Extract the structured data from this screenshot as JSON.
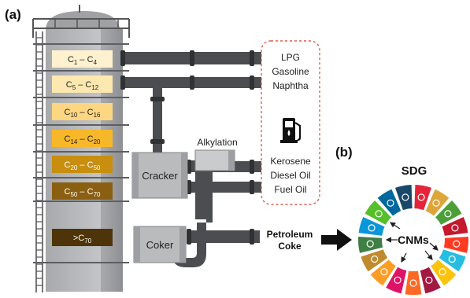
{
  "panel_a": {
    "label": "(a)",
    "fractions": [
      {
        "base": "C",
        "sub1": "1",
        "sep": " – C",
        "sub2": "4",
        "color": "#fdf1cf"
      },
      {
        "base": "C",
        "sub1": "5",
        "sep": " – C",
        "sub2": "12",
        "color": "#fde8b0"
      },
      {
        "base": "C",
        "sub1": "10",
        "sep": " – C",
        "sub2": "16",
        "color": "#fcd680"
      },
      {
        "base": "C",
        "sub1": "14",
        "sep": " – C",
        "sub2": "20",
        "color": "#f7b72a"
      },
      {
        "base": "C",
        "sub1": "20",
        "sep": " – C",
        "sub2": "50",
        "color": "#c78e10"
      },
      {
        "base": "C",
        "sub1": "50",
        "sep": " – C",
        "sub2": "70",
        "color": "#8a5f12"
      },
      {
        "base": ">C",
        "sub1": "70",
        "sep": "",
        "sub2": "",
        "color": "#4e3409"
      }
    ],
    "units": {
      "cracker": "Cracker",
      "alkylation": "Alkylation",
      "coker": "Coker"
    },
    "products_top": [
      "LPG",
      "Gasoline",
      "Naphtha"
    ],
    "products_bottom": [
      "Kerosene",
      "Diesel Oil",
      "Fuel Oil"
    ],
    "petroleum_coke": [
      "Petroleum",
      "Coke"
    ],
    "dash_color": "#e05a4a"
  },
  "panel_b": {
    "label": "(b)",
    "title": "SDG",
    "center": "CNMs",
    "sdg_colors": [
      "#e5243b",
      "#dda63a",
      "#4c9f38",
      "#c5192d",
      "#ff3a21",
      "#26bde2",
      "#fcc30b",
      "#a21942",
      "#fd6925",
      "#dd1367",
      "#fd9d24",
      "#bf8b2e",
      "#3f7e44",
      "#0a97d9",
      "#56c02b",
      "#00689d",
      "#19486a"
    ]
  }
}
